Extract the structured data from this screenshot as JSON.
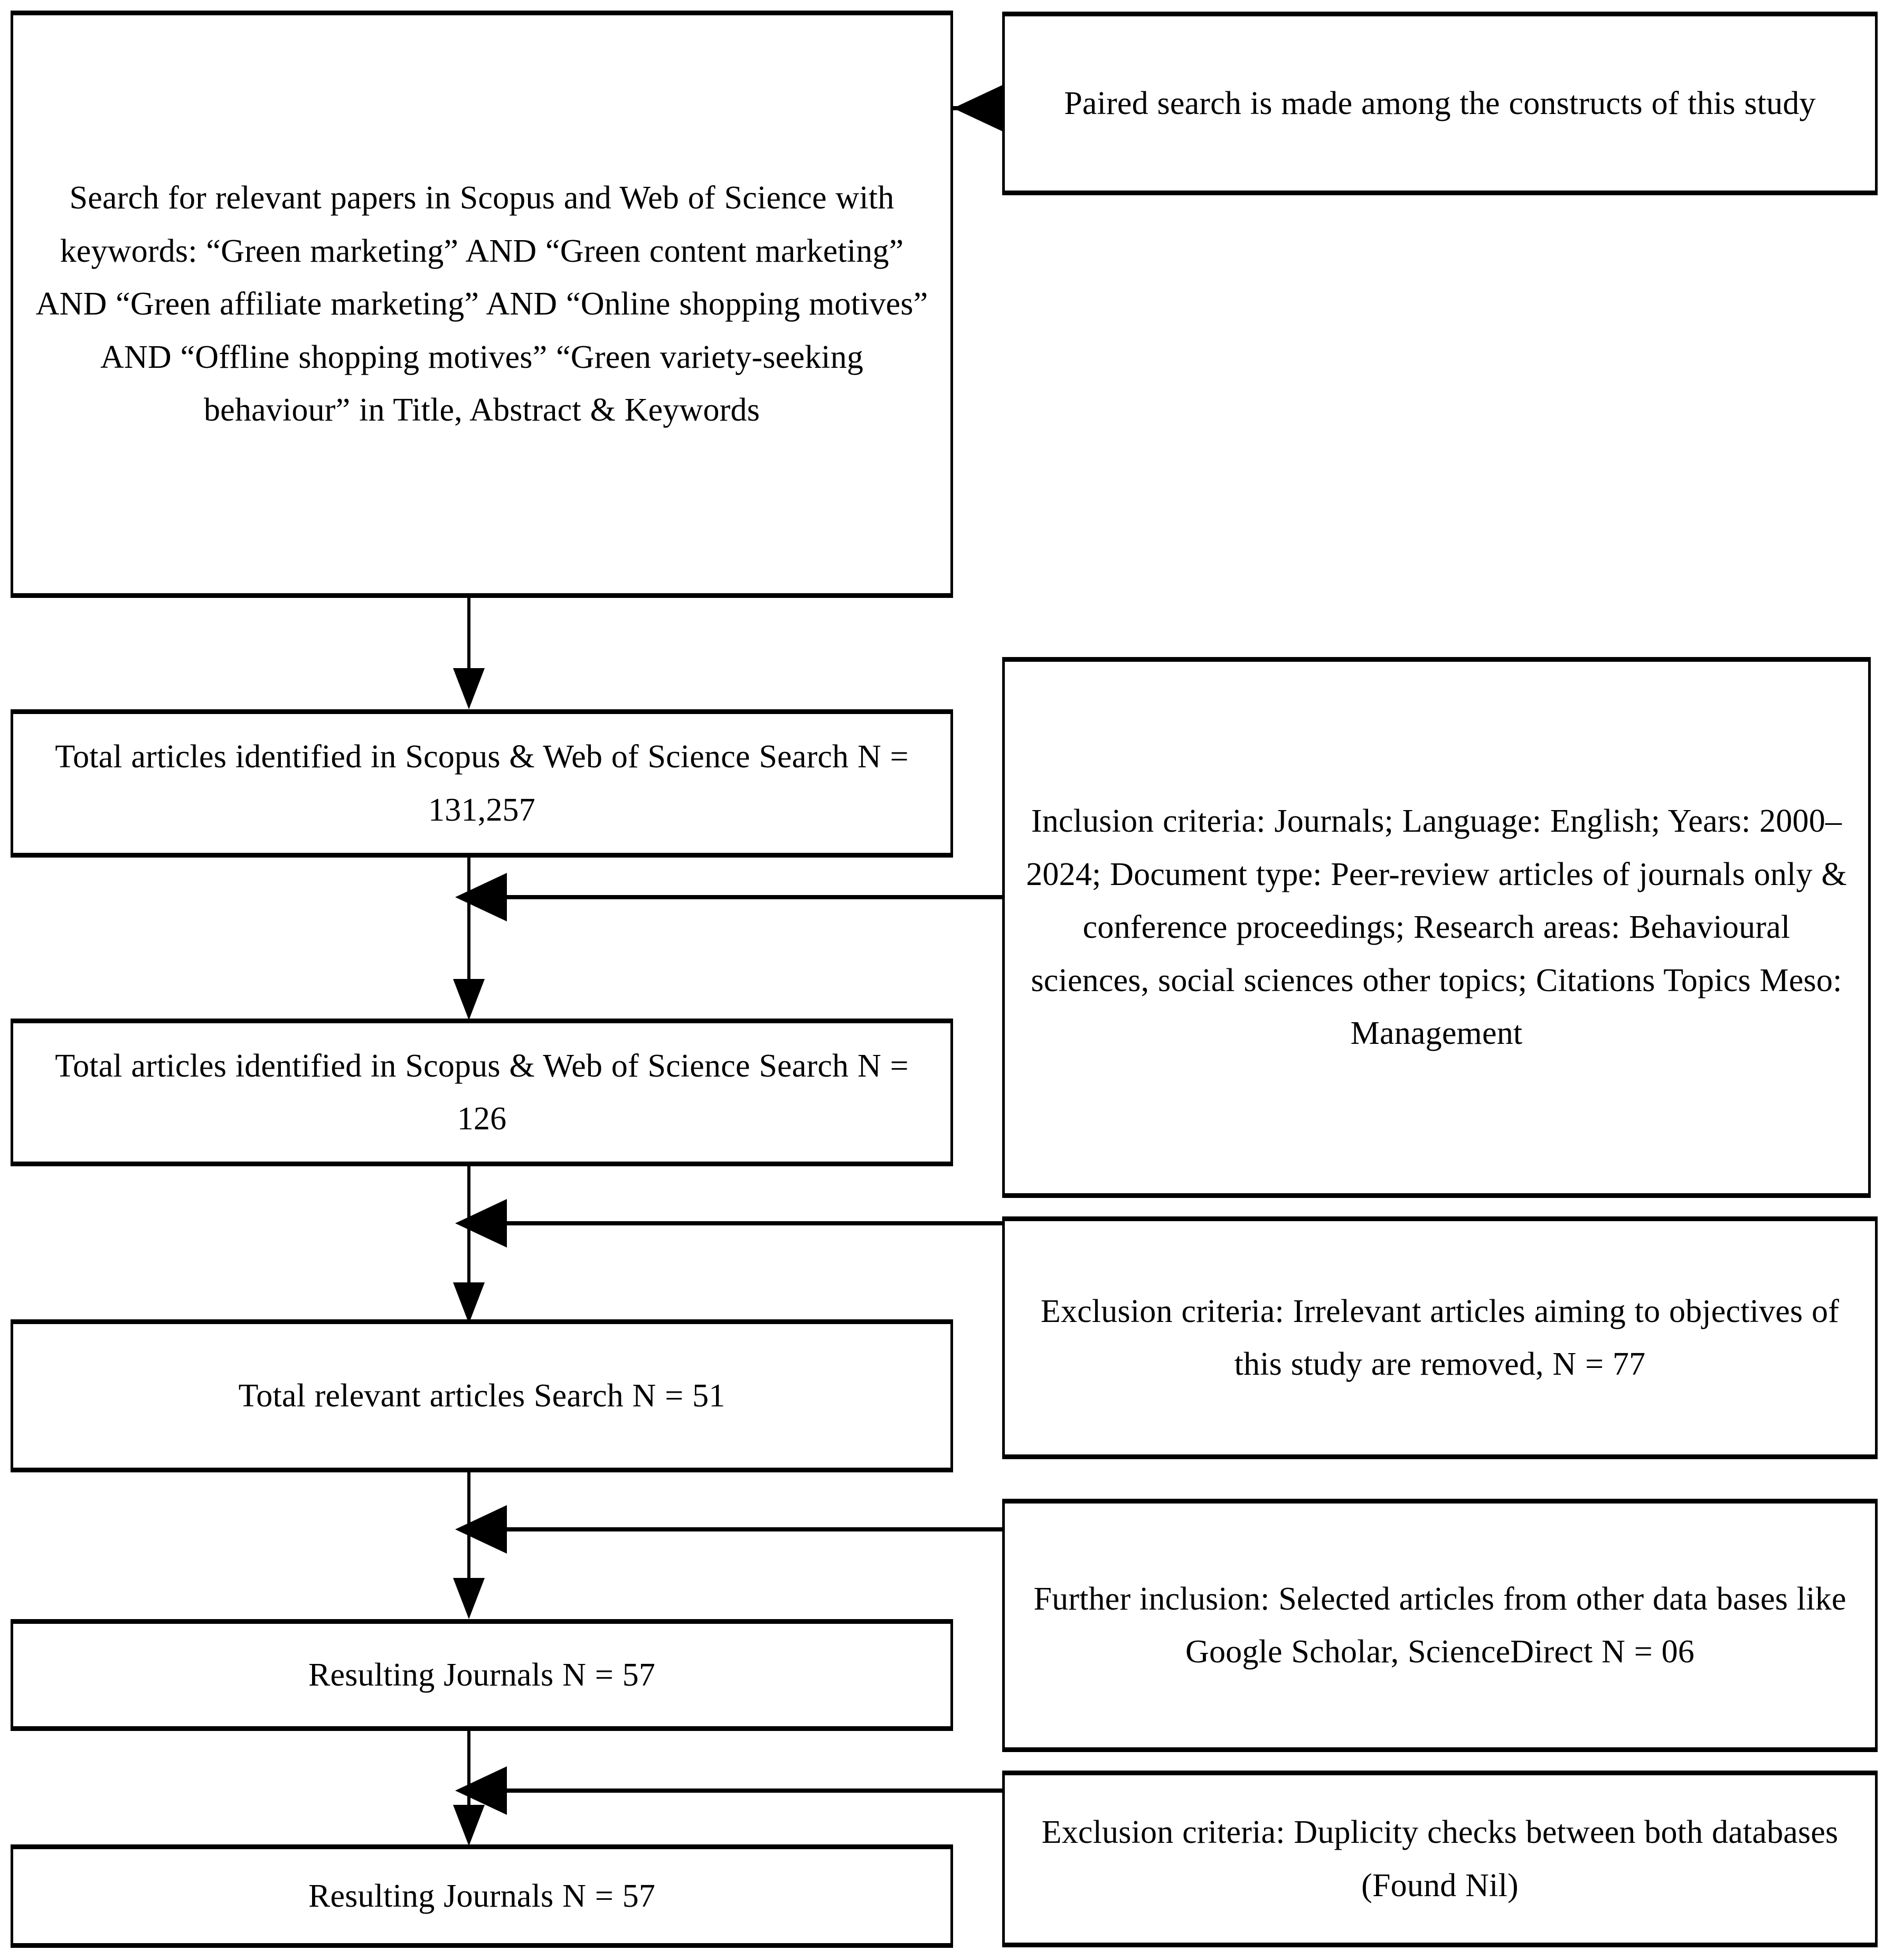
{
  "diagram": {
    "title": "PRISMA-style article selection flow chart",
    "left_column": [
      {
        "id": "search-strategy",
        "text": "Search for relevant papers in Scopus and Web of Science with keywords: “Green marketing” AND “Green content marketing” AND “Green affiliate marketing” AND “Online shopping motives” AND “Offline shopping motives” “Green variety-seeking behaviour” in Title, Abstract & Keywords"
      },
      {
        "id": "total-identified-131257",
        "text": "Total articles identified in Scopus & Web of Science Search N = 131,257"
      },
      {
        "id": "total-identified-126",
        "text": "Total articles identified in Scopus & Web of Science Search N = 126"
      },
      {
        "id": "total-relevant-51",
        "text": "Total relevant articles Search N = 51"
      },
      {
        "id": "resulting-journals-57-a",
        "text": "Resulting Journals N = 57"
      },
      {
        "id": "resulting-journals-57-b",
        "text": "Resulting Journals N = 57"
      }
    ],
    "right_column": [
      {
        "id": "paired-search",
        "text": "Paired search is made among the constructs of this study"
      },
      {
        "id": "inclusion-criteria",
        "text": "Inclusion criteria: Journals; Language: English; Years: 2000–2024; Document type: Peer-review articles of journals only & conference proceedings; Research areas: Behavioural sciences, social sciences other topics; Citations Topics Meso: Management"
      },
      {
        "id": "exclusion-criteria-irrelevant",
        "text": "Exclusion criteria: Irrelevant articles aiming to objectives of this study are removed, N = 77"
      },
      {
        "id": "further-inclusion",
        "text": "Further inclusion: Selected articles from other data bases like Google Scholar, ScienceDirect N = 06"
      },
      {
        "id": "exclusion-criteria-duplicity",
        "text": "Exclusion criteria: Duplicity checks between both databases (Found Nil)"
      }
    ],
    "colors": {
      "stroke": "#000000",
      "fill": "#ffffff",
      "text": "#000000"
    }
  }
}
